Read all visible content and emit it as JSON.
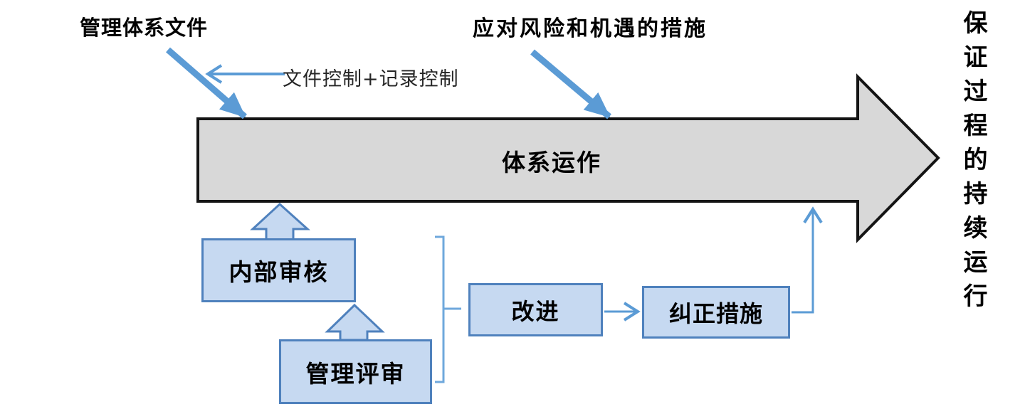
{
  "diagram": {
    "top_left_label": "管理体系文件",
    "top_center_label": "应对风险和机遇的措施",
    "control_caption": "文件控制+记录控制",
    "main_bar_label": "体系运作",
    "right_vertical_label": "保证过程的持续运行",
    "boxes": {
      "internal_audit": "内部审核",
      "management_review": "管理评审",
      "improvement": "改进",
      "corrective_action": "纠正措施"
    },
    "colors": {
      "accent_blue": "#5b9bd5",
      "connector_blue": "#6fa8dc",
      "box_fill": "#c6d9f1",
      "box_border": "#4f81bd",
      "bar_fill": "#d8d8d8",
      "bar_border": "#141414"
    }
  }
}
